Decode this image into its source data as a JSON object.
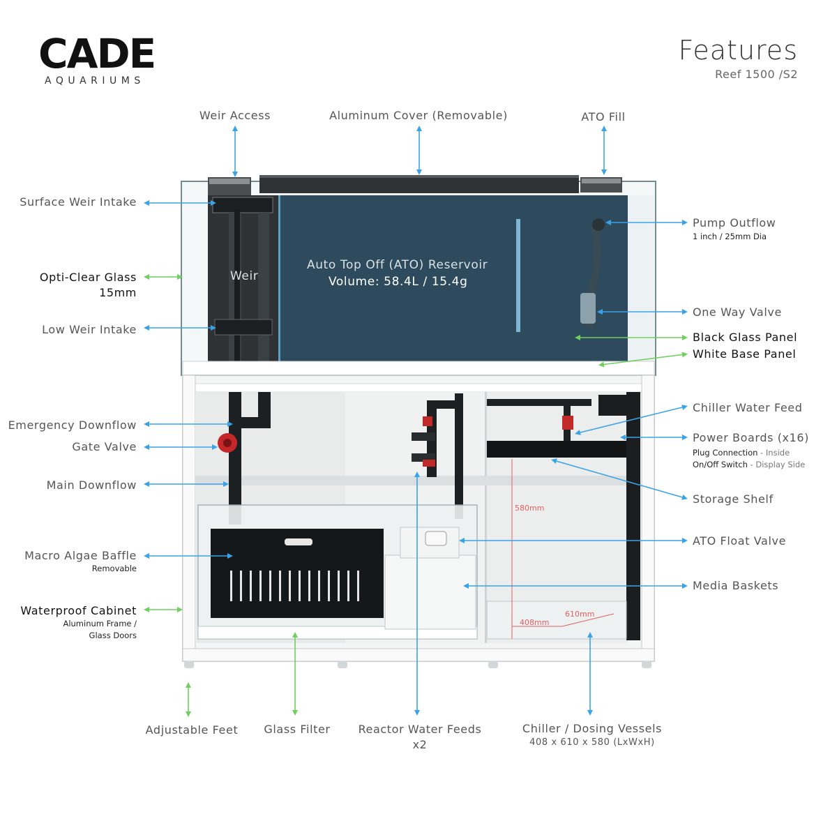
{
  "header": {
    "logo_main": "CADE",
    "logo_sub": "AQUARIUMS",
    "title": "Features",
    "subtitle": "Reef 1500 /S2"
  },
  "colors": {
    "blue_arrow": "#3aa3e8",
    "green_arrow": "#6fcf5f",
    "tank_water": "#2d4b5c",
    "dimension_red": "#e06060"
  },
  "top_labels": {
    "weir_access": "Weir Access",
    "aluminum_cover": "Aluminum Cover (Removable)",
    "ato_fill": "ATO Fill"
  },
  "left_labels": {
    "surface_weir_intake": "Surface Weir Intake",
    "opti_clear_glass": "Opti-Clear Glass",
    "opti_clear_glass_sub": "15mm",
    "low_weir_intake": "Low Weir Intake",
    "emergency_downflow": "Emergency Downflow",
    "gate_valve": "Gate Valve",
    "main_downflow": "Main Downflow",
    "macro_algae_baffle": "Macro Algae Baffle",
    "macro_algae_baffle_sub": "Removable",
    "waterproof_cabinet": "Waterproof Cabinet",
    "waterproof_cabinet_sub1": "Aluminum Frame /",
    "waterproof_cabinet_sub2": "Glass Doors"
  },
  "right_labels": {
    "pump_outflow": "Pump Outflow",
    "pump_outflow_sub": "1 inch / 25mm Dia",
    "one_way_valve": "One Way Valve",
    "black_glass_panel": "Black Glass Panel",
    "white_base_panel": "White Base Panel",
    "chiller_water_feed": "Chiller Water Feed",
    "power_boards": "Power Boards (x16)",
    "power_boards_sub1_a": "Plug Connection",
    "power_boards_sub1_b": " - Inside",
    "power_boards_sub2_a": "On/Off Switch",
    "power_boards_sub2_b": " - Display Side",
    "storage_shelf": "Storage Shelf",
    "ato_float_valve": "ATO Float Valve",
    "media_baskets": "Media Baskets"
  },
  "bottom_labels": {
    "adjustable_feet": "Adjustable Feet",
    "glass_filter": "Glass Filter",
    "reactor_water_feeds": "Reactor Water Feeds",
    "reactor_water_feeds_sub": "x2",
    "chiller_dosing": "Chiller / Dosing Vessels",
    "chiller_dosing_sub": "408 x 610 x 580 (LxWxH)"
  },
  "tank_text": {
    "weir": "Weir",
    "ato_reservoir": "Auto Top Off (ATO) Reservoir",
    "ato_volume": "Volume: 58.4L / 15.4g"
  },
  "dimensions": {
    "height": "580mm",
    "length": "408mm",
    "width": "610mm"
  }
}
